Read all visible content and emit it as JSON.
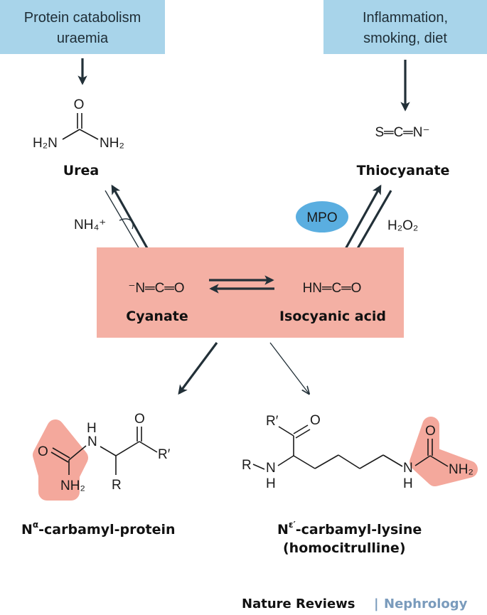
{
  "sources": {
    "left": {
      "line1": "Protein catabolism",
      "line2": "uraemia"
    },
    "right": {
      "line1": "Inflammation,",
      "line2": "smoking, diet"
    }
  },
  "urea": {
    "o": "O",
    "h2n": "H₂N",
    "nh2": "NH₂",
    "name": "Urea"
  },
  "thiocyanate": {
    "formula": "S═C═N⁻",
    "name": "Thiocyanate"
  },
  "reagents": {
    "nh4": "NH₄⁺",
    "mpo": "MPO",
    "h2o2": "H₂O₂"
  },
  "cyanate": {
    "formula": "⁻N═C═O",
    "name": "Cyanate"
  },
  "isocyanic": {
    "formula": "HN═C═O",
    "name": "Isocyanic acid"
  },
  "carbamyl_protein": {
    "o_left": "O",
    "nh": "N",
    "h": "H",
    "nh2": "NH₂",
    "r": "R",
    "o_right": "O",
    "r_prime": "R′",
    "name_prefix": "N",
    "name_sup": "α",
    "name_suffix": "-carbamyl-protein"
  },
  "homocitrulline": {
    "r_prime": "R′",
    "o_top": "O",
    "r": "R",
    "n_left": "N",
    "h_left": "H",
    "n_right": "N",
    "h_right": "H",
    "o_right": "O",
    "nh2": "NH₂",
    "name_prefix": "N",
    "name_sup": "ε′",
    "name_suffix": "-carbamyl-lysine",
    "name_line2": "(homocitrulline)"
  },
  "footer": {
    "journal": "Nature Reviews",
    "separator": "|",
    "section": "Nephrology"
  },
  "colors": {
    "source_box": "#a8d4ea",
    "central_box": "#f4b0a4",
    "highlight": "#f4a89c",
    "mpo_ellipse": "#5aaee0",
    "arrow": "#223038",
    "footer_accent": "#7a9bbc"
  }
}
